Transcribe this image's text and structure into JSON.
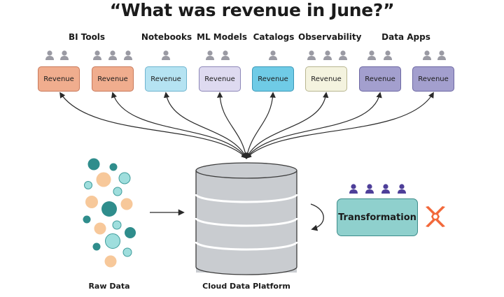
{
  "title": "“What was revenue in June?”",
  "groups": [
    {
      "label": "BI Tools"
    },
    {
      "label": "Notebooks"
    },
    {
      "label": "ML Models"
    },
    {
      "label": "Catalogs"
    },
    {
      "label": "Observability"
    },
    {
      "label": "Data Apps"
    }
  ],
  "boxes": [
    {
      "label": "Revenue",
      "fill": "#f0ad8e",
      "border": "#c9795a"
    },
    {
      "label": "Revenue",
      "fill": "#f0ad8e",
      "border": "#c9795a"
    },
    {
      "label": "Revenue",
      "fill": "#b5e3f2",
      "border": "#6fb4cf"
    },
    {
      "label": "Revenue",
      "fill": "#dedaf0",
      "border": "#8d87b8"
    },
    {
      "label": "Revenue",
      "fill": "#6fcbe6",
      "border": "#3a98b8"
    },
    {
      "label": "Revenue",
      "fill": "#f4f3df",
      "border": "#b8b690"
    },
    {
      "label": "Revenue",
      "fill": "#a39fce",
      "border": "#6d68a3"
    },
    {
      "label": "Revenue",
      "fill": "#a39fce",
      "border": "#6d68a3"
    }
  ],
  "transformation": {
    "label": "Transformation"
  },
  "raw_data": {
    "label": "Raw Data"
  },
  "platform": {
    "label": "Cloud Data Platform"
  },
  "colors": {
    "user_icon": "#9a9aa3",
    "user_icon_transform": "#4e3f99",
    "cylinder": "#c9ccd0",
    "cylinder_stroke": "#3c3c3c",
    "dbt_logo": "#f2683a"
  }
}
